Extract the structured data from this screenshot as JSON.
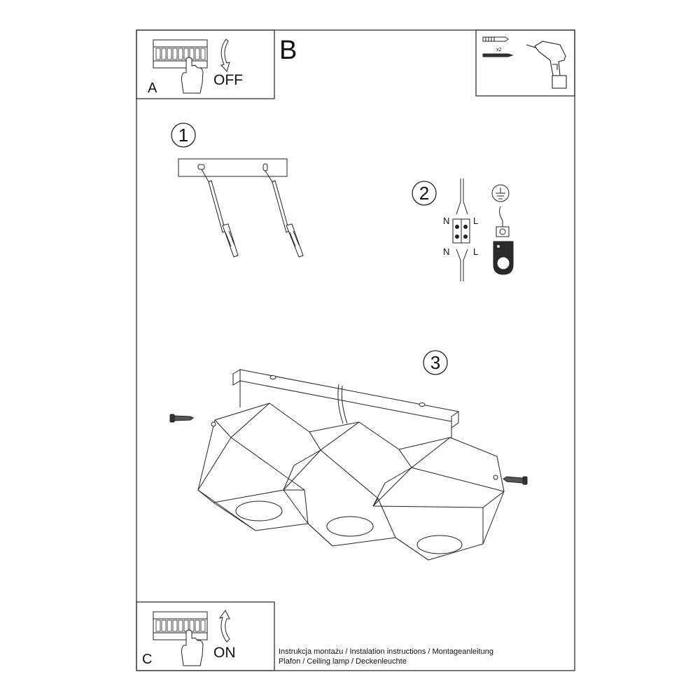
{
  "panels": {
    "a": {
      "letter": "A",
      "state": "OFF"
    },
    "b": {
      "letter": "B",
      "hardware_qty": "x2"
    },
    "c": {
      "letter": "C",
      "state": "ON"
    }
  },
  "steps": {
    "s1": "1",
    "s2": "2",
    "s3": "3"
  },
  "wiring": {
    "n_top": "N",
    "l_top": "L",
    "n_bottom": "N",
    "l_bottom": "L"
  },
  "footer": {
    "line1": "Instrukcja montażu / Instalation instructions / Montageanleitung",
    "line2": "Plafon / Ceiling lamp / Deckenleuchte"
  }
}
